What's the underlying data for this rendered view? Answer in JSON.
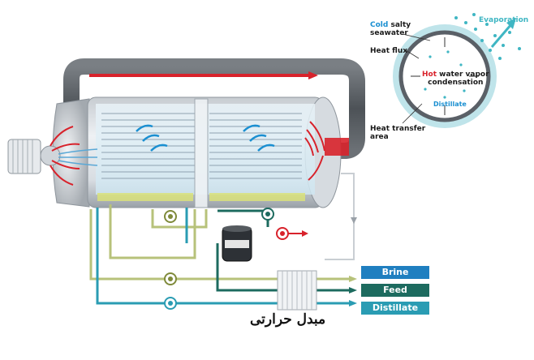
{
  "inset": {
    "cold_word": "Cold",
    "cold_rest": " salty",
    "seawater": "seawater",
    "evaporation": "Evaporation",
    "heat_flux": "Heat flux",
    "hot_word": "Hot",
    "hot_rest": " water vapor",
    "condensation": "condensation",
    "distillate": "Distillate",
    "heat_transfer": "Heat transfer",
    "area": "area"
  },
  "legend": {
    "brine": "Brine",
    "feed": "Feed",
    "distillate": "Distillate"
  },
  "caption": "مبدل حرارتی",
  "colors": {
    "brine": "#1f7fc0",
    "feed": "#1d6b5f",
    "distillate": "#2a9cb3",
    "olive_pipe": "#b7c27a",
    "vapor_duct": "#5b5f63",
    "hot_red": "#d8222b",
    "cold_blue": "#1a8fd1",
    "ring_teal": "#3fb6c3"
  }
}
